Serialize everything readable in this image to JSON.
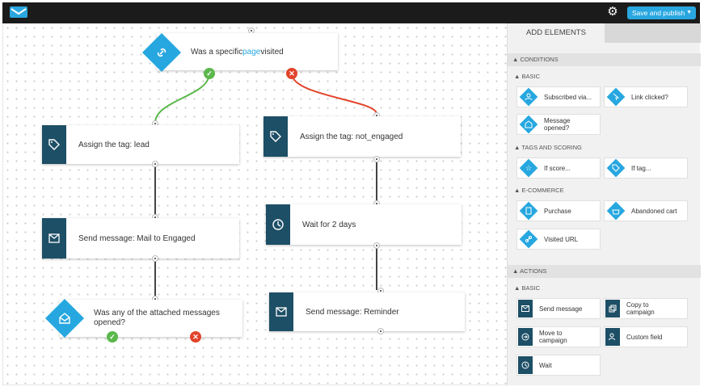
{
  "topbar": {
    "publish_label": "Save and publish",
    "settings_icon": "gear-icon",
    "logo_icon": "envelope-logo"
  },
  "canvas": {
    "root": {
      "prefix": "Was a specific ",
      "link": "page",
      "suffix": " visited"
    },
    "left": {
      "tag": "Assign the tag: lead",
      "message": "Send message: Mail to Engaged",
      "condition": "Was any of the attached messages opened?"
    },
    "right": {
      "tag": "Assign the tag: not_engaged",
      "wait": "Wait for 2 days",
      "message": "Send message: Reminder"
    }
  },
  "panel": {
    "tab_add": "ADD ELEMENTS",
    "tab_other": "",
    "conditions": {
      "header": "CONDITIONS",
      "basic_header": "BASIC",
      "basic": [
        "Subscribed via...",
        "Link clicked?",
        "Message opened?"
      ],
      "tags_header": "TAGS AND SCORING",
      "tags": [
        "If score...",
        "If tag..."
      ],
      "ecommerce_header": "E-COMMERCE",
      "ecommerce": [
        "Purchase",
        "Abandoned cart",
        "Visited URL"
      ]
    },
    "actions": {
      "header": "ACTIONS",
      "basic_header": "BASIC",
      "basic": [
        "Send message",
        "Copy to campaign",
        "Move to campaign",
        "Custom field",
        "Wait"
      ]
    }
  },
  "colors": {
    "accent": "#27a7df",
    "dark_icon": "#1d4f66",
    "yes": "#5bb84b",
    "no": "#e2442b"
  }
}
